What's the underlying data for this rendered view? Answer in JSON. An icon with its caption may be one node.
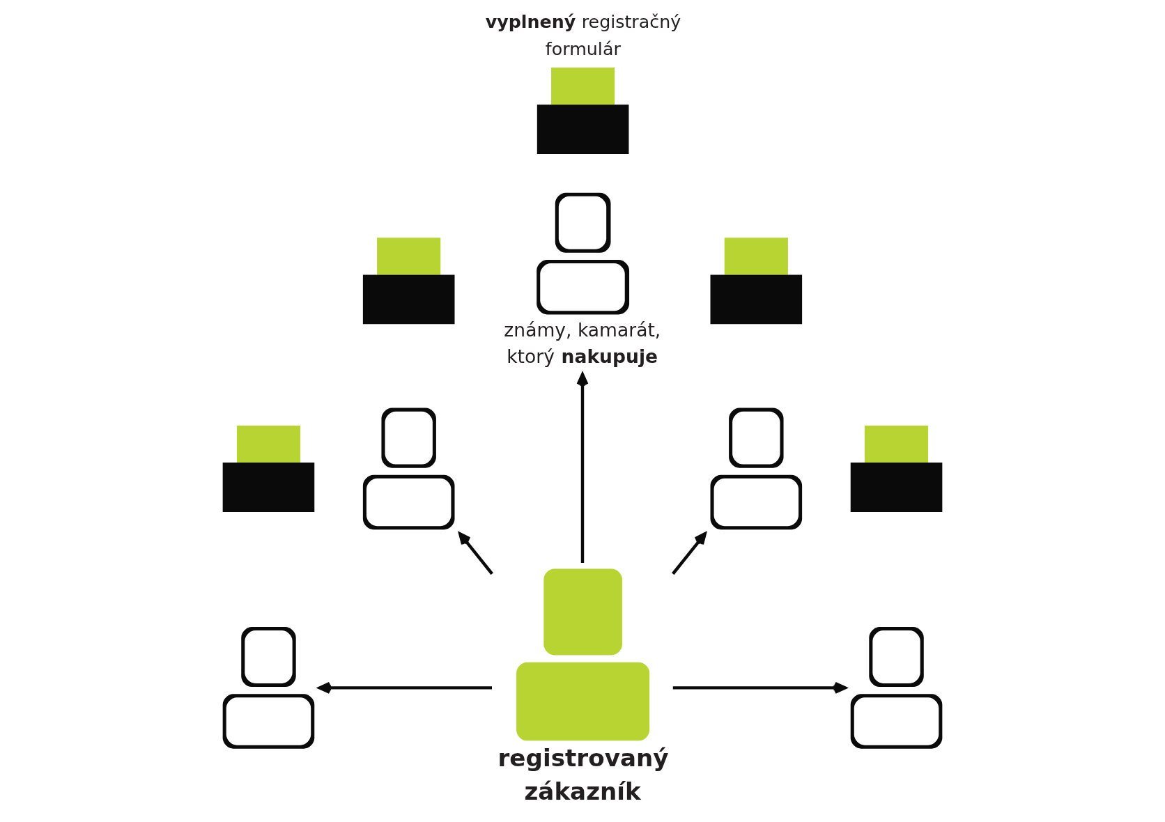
{
  "diagram": {
    "nodes": [
      {
        "text": [],
        "shape": "envelope",
        "beside": [
          "**vyplnený** registračný formulár"
        ]
      },
      {
        "text": [],
        "shape": "envelope"
      },
      {
        "text": [],
        "shape": "person",
        "beside": [
          "známy, kamarát, ktorý **nakupuje**"
        ]
      },
      {
        "text": [],
        "shape": "envelope"
      },
      {
        "text": [],
        "shape": "person"
      },
      {
        "text": [],
        "shape": "person"
      },
      {
        "text": [],
        "shape": "envelope"
      },
      {
        "text": [],
        "shape": "envelope"
      },
      {
        "text": [],
        "shape": "person"
      },
      {
        "text": [],
        "shape": "person",
        "beside": [
          "registrovaný zákazník"
        ]
      },
      {
        "text": [],
        "shape": "person"
      }
    ],
    "edges": [
      {
        "from": 9,
        "to": 8,
        "arrow": "to"
      },
      {
        "from": 9,
        "to": 4,
        "arrow": "to"
      },
      {
        "from": 9,
        "to": 2,
        "arrow": "to"
      },
      {
        "from": 9,
        "to": 5,
        "arrow": "to"
      },
      {
        "from": 9,
        "to": 10,
        "arrow": "to"
      }
    ]
  }
}
